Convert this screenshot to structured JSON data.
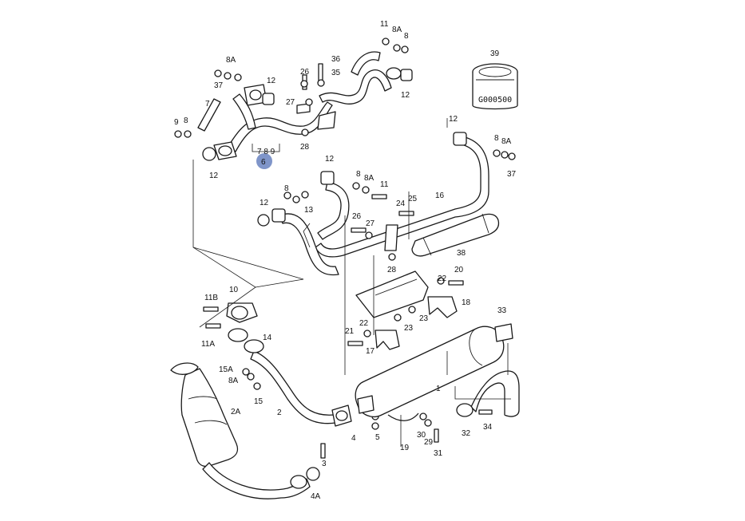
{
  "colors": {
    "highlight": "#7f95c9",
    "line": "#1a1a1a",
    "background": "#ffffff"
  },
  "diagram": {
    "product_code": "G000500",
    "highlighted_label": "6",
    "group_label": "7 8 9",
    "labels": [
      "8A",
      "37",
      "7",
      "9",
      "8",
      "12",
      "12",
      "26",
      "36",
      "35",
      "27",
      "28",
      "11",
      "8A",
      "8",
      "12",
      "39",
      "12",
      "8",
      "8A",
      "37",
      "12",
      "8",
      "8A",
      "11",
      "8",
      "13",
      "24",
      "25",
      "16",
      "12",
      "26",
      "27",
      "28",
      "38",
      "10",
      "11B",
      "11A",
      "14",
      "20",
      "22",
      "18",
      "23",
      "21",
      "22",
      "23",
      "17",
      "33",
      "15A",
      "8A",
      "15",
      "2A",
      "2",
      "1",
      "4",
      "5",
      "19",
      "30",
      "29",
      "31",
      "32",
      "34",
      "3",
      "4A"
    ]
  }
}
